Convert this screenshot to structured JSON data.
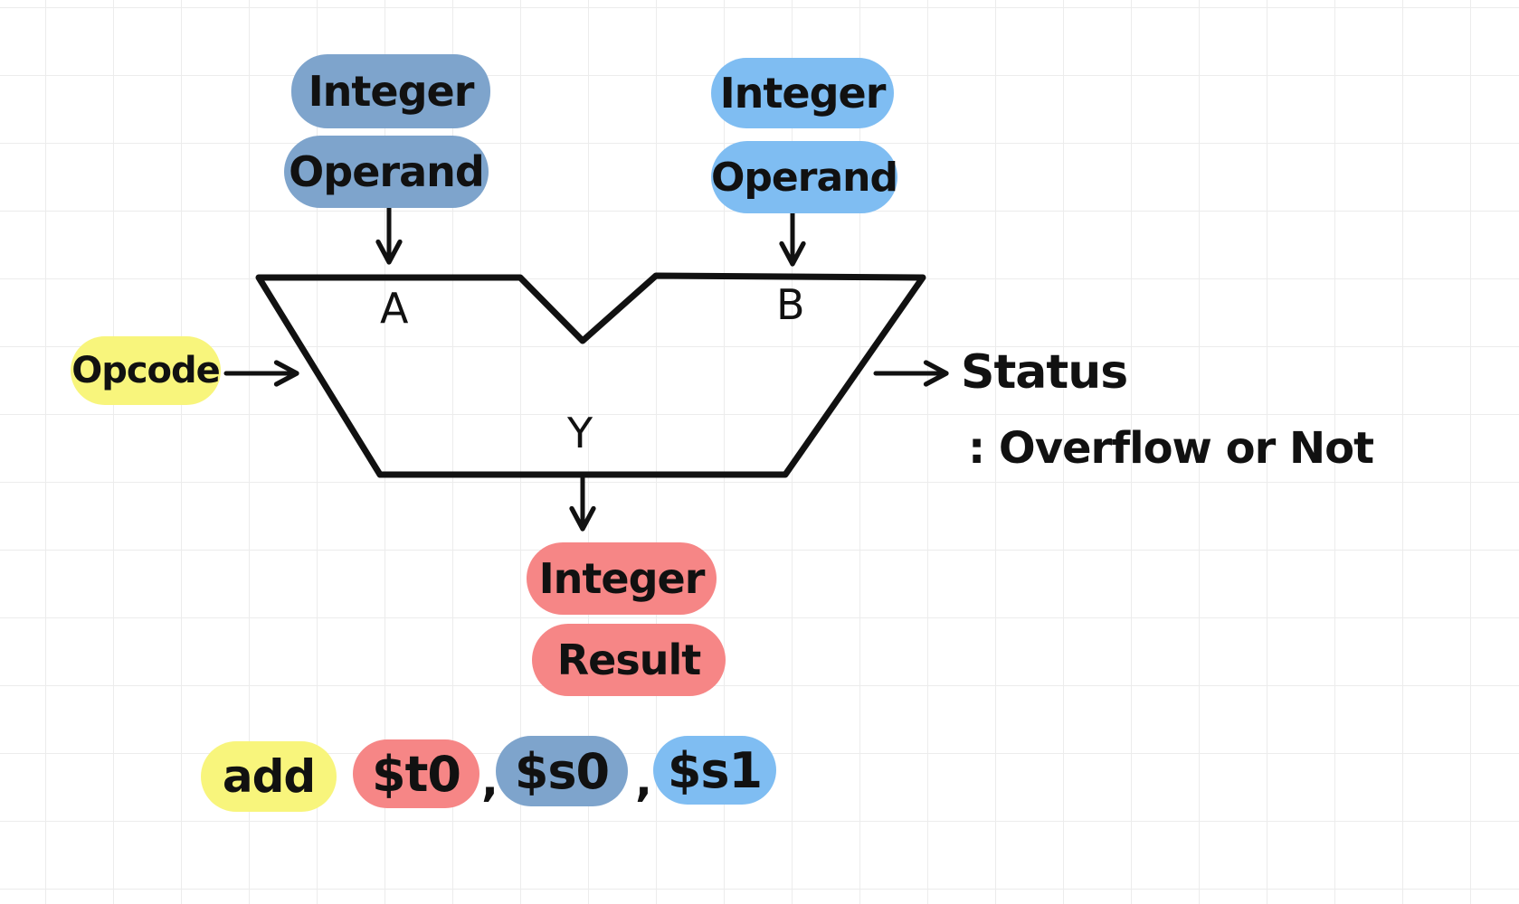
{
  "colors": {
    "dark_blue": "#7ea4cc",
    "light_blue": "#7fbdf2",
    "red": "#f68686",
    "yellow": "#f8f57c",
    "stroke": "#111111",
    "grid": "#ececec"
  },
  "inputs": {
    "a": {
      "line1": "Integer",
      "line2": "Operand"
    },
    "b": {
      "line1": "Integer",
      "line2": "Operand"
    }
  },
  "alu": {
    "port_a": "A",
    "port_b": "B",
    "port_y": "Y"
  },
  "opcode": "Opcode",
  "status": {
    "label": "Status",
    "detail": ": Overflow or Not"
  },
  "result": {
    "line1": "Integer",
    "line2": "Result"
  },
  "instruction": {
    "op": "add",
    "rd": "$t0",
    "sep1": ",",
    "rs": "$s0",
    "sep2": ",",
    "rt": "$s1"
  }
}
